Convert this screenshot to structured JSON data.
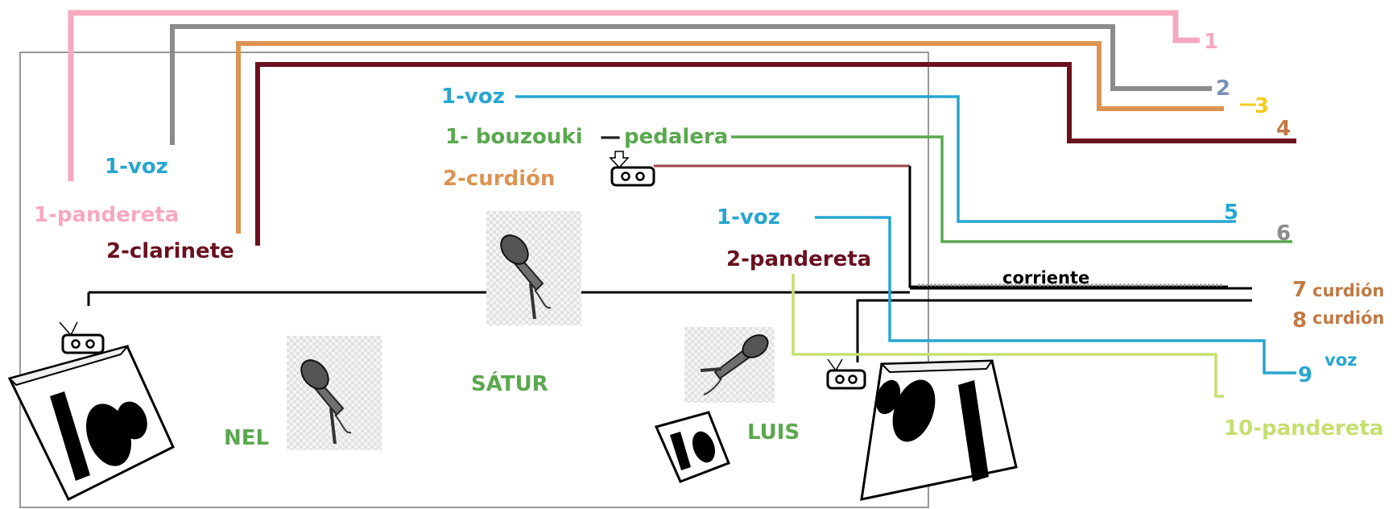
{
  "colors": {
    "pink": "#f6a9be",
    "gray": "#8b8b8b",
    "orange": "#dc9452",
    "maroon": "#6a1020",
    "cyan": "#27a6d0",
    "green": "#5aa84e",
    "lime": "#c5df70",
    "yellow": "#f3cc1e",
    "black": "#000000",
    "curdion": "#c07a45"
  },
  "left": {
    "voz": "1-voz",
    "pandereta": "1-pandereta",
    "clarinete": "2-clarinete",
    "name": "NEL"
  },
  "center": {
    "voz": "1-voz",
    "bouzouki": "1- bouzouki",
    "dash": "—",
    "pedalera": "pedalera",
    "curdion": "2-curdión",
    "name": "SÁTUR"
  },
  "right": {
    "voz": "1-voz",
    "pandereta": "2-pandereta",
    "name": "LUIS"
  },
  "power": {
    "label": "corriente"
  },
  "channels": [
    {
      "number": "1"
    },
    {
      "number": "2"
    },
    {
      "number": "3"
    },
    {
      "number": "4"
    },
    {
      "number": "5"
    },
    {
      "number": "6"
    },
    {
      "number": "7",
      "label": "curdión"
    },
    {
      "number": "8",
      "label": "curdión"
    },
    {
      "number": "9",
      "label": "voz"
    },
    {
      "number": "10",
      "label": "10-pandereta"
    }
  ]
}
